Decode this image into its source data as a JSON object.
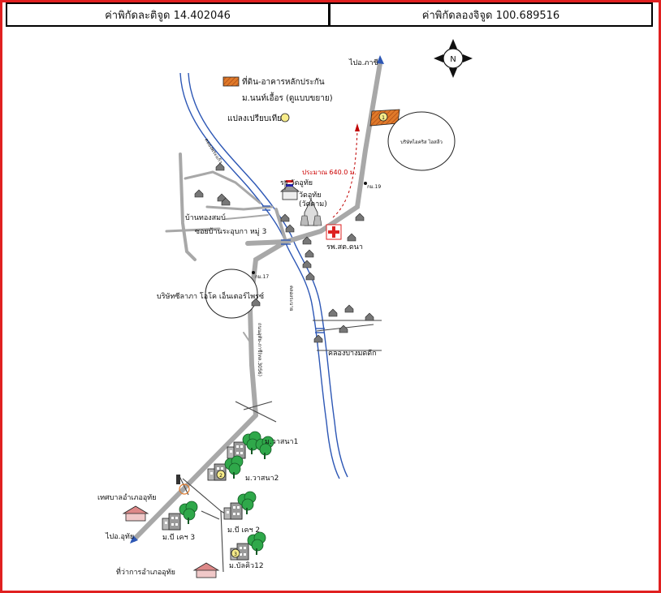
{
  "header": {
    "latitude": "ค่าพิกัดละติจูด 14.402046",
    "longitude": "ค่าพิกัดลองจิจูด 100.689516"
  },
  "legend": {
    "property_line1": "ที่ดิน-อาคารหลักประกัน",
    "property_line2": "ม.นนท์เอื้อร (ดูแบบขยาย)",
    "comparable": "แปลงเปรียบเทียบ"
  },
  "compass": {
    "letter": "N"
  },
  "labels": {
    "to_top": "ไปอ.ภาชี",
    "company_top": "บริษัทไฮคริส ไฮสลีว",
    "distance": "ประมาณ 640.0 ม.",
    "km19": "กม.19",
    "canal": "คลองพระแก้ว",
    "school": "รร.วัดอูทัย",
    "temple_l1": "วัดอูทัย",
    "temple_l2": "(วัดดาม)",
    "ban": "บ้านทองสมบ์",
    "soi": "ซอยบ้านระอุบกา หมู่ 3",
    "hospital": "รพ.สต.ดนา",
    "km17": "กม.17",
    "company_mid": "บริษัทซีลาภา โอโค เอ็นเตอร์ไพรซ์",
    "canal2": "คลองระบาย",
    "road_vertical": "ถนนอุทัย-ภาชี(ทล.3056)",
    "canal3": "คลองบางมดดีก",
    "village1": "ม.วาสนา1",
    "village2": "ม.วาสนา2",
    "municipality": "เทศบาลอำเภออุทัย",
    "to_bottom": "ไปอ.อุทัย",
    "village3": "ม.บี เคฯ 3",
    "village4": "ม.บี เคฯ 2",
    "district": "ที่ว่าการอำเภออุทัย",
    "village5": "ม.บัลคิว12"
  },
  "markers": {
    "subject": "1",
    "cmp2": "2",
    "cmp3": "3"
  },
  "colors": {
    "border": "#e02020",
    "road": "#a8a8a8",
    "canal": "#2d57b5",
    "subject": "#e07a2a",
    "comparable": "#f7ec8a",
    "tree": "#2fa84a",
    "route": "#c00000"
  }
}
